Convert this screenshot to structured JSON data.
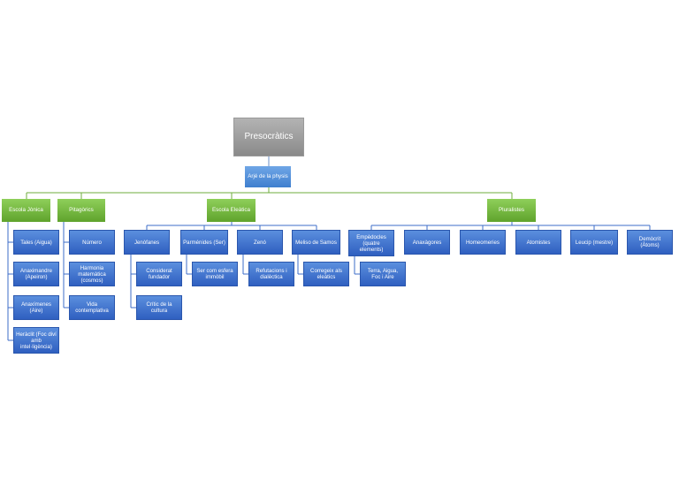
{
  "root": "Presocràtics",
  "subroot": "Arjé de la physis",
  "groups": {
    "ionica": {
      "label": "Escola Jònica",
      "items": [
        "Tales (Aigua)",
        "Anaximandre (Apeiron)",
        "Anaxímenes (Aire)",
        "Heràclit (Foc diví amb intel·ligència)"
      ]
    },
    "pitagorics": {
      "label": "Pitagòrics",
      "items": [
        "Número",
        "Harmonia matemàtica (cosmos)",
        "Vida contemplativa"
      ]
    },
    "eleatica": {
      "label": "Escola Eleàtica",
      "members": [
        {
          "name": "Jenòfanes",
          "subs": [
            "Considerat fundador",
            "Crític de la cultura"
          ]
        },
        {
          "name": "Parménides (Ser)",
          "subs": [
            "Ser com esfera immòbil"
          ]
        },
        {
          "name": "Zenó",
          "subs": [
            "Refutacions i dialèctica"
          ]
        },
        {
          "name": "Meliso de Samos",
          "subs": [
            "Corregeix als eleàtics"
          ]
        }
      ]
    },
    "pluralistes": {
      "label": "Pluralistes",
      "members": [
        {
          "name": "Empèdocles (quatre elements)",
          "subs": [
            "Terra, Aigua, Foc i Aire"
          ]
        },
        {
          "name": "Anaxàgores",
          "subs": []
        },
        {
          "name": "Homeomeries",
          "subs": []
        },
        {
          "name": "Atomistes",
          "subs": []
        },
        {
          "name": "Leucip (mestre)",
          "subs": []
        },
        {
          "name": "Demòcrit (Àtoms)",
          "subs": []
        }
      ]
    }
  }
}
